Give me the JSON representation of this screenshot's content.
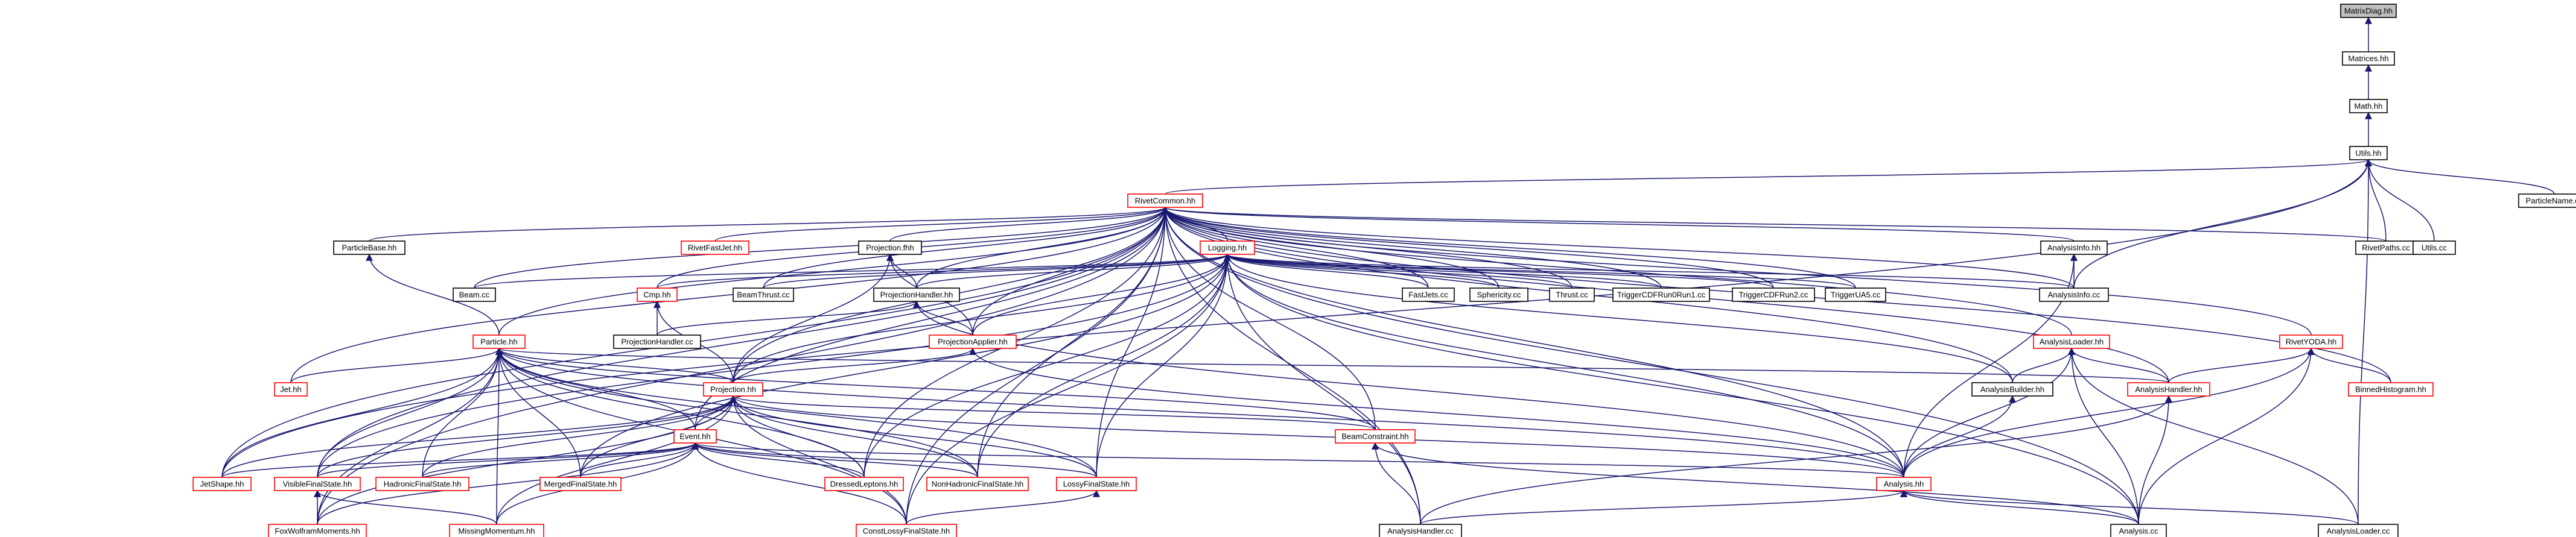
{
  "diagram": {
    "edge_color": "#191970",
    "link_color": "#ff0000",
    "root_fill": "#bfbfbf",
    "nodes": [
      {
        "id": "matrixdiag",
        "label": "MatrixDiag.hh",
        "style": "root"
      },
      {
        "id": "matrices",
        "label": "Matrices.hh",
        "style": "plain"
      },
      {
        "id": "math",
        "label": "Math.hh",
        "style": "plain"
      },
      {
        "id": "utils",
        "label": "Utils.hh",
        "style": "plain"
      },
      {
        "id": "rivetcommon",
        "label": "RivetCommon.hh",
        "style": "red"
      },
      {
        "id": "particlename",
        "label": "ParticleName.cc",
        "style": "plain"
      },
      {
        "id": "particlebase",
        "label": "ParticleBase.hh",
        "style": "plain"
      },
      {
        "id": "rivetfastjet",
        "label": "RivetFastJet.hh",
        "style": "red"
      },
      {
        "id": "projectionfhh",
        "label": "Projection.fhh",
        "style": "plain"
      },
      {
        "id": "logging",
        "label": "Logging.hh",
        "style": "red"
      },
      {
        "id": "analysisinfo",
        "label": "AnalysisInfo.hh",
        "style": "plain"
      },
      {
        "id": "rivetpaths",
        "label": "RivetPaths.cc",
        "style": "plain"
      },
      {
        "id": "utilscc",
        "label": "Utils.cc",
        "style": "plain"
      },
      {
        "id": "beamcc",
        "label": "Beam.cc",
        "style": "plain"
      },
      {
        "id": "beamthrust",
        "label": "BeamThrust.cc",
        "style": "plain"
      },
      {
        "id": "cmp",
        "label": "Cmp.hh",
        "style": "red"
      },
      {
        "id": "projectionhandlerhh",
        "label": "ProjectionHandler.hh",
        "style": "plain"
      },
      {
        "id": "fastjets",
        "label": "FastJets.cc",
        "style": "plain"
      },
      {
        "id": "sphericity",
        "label": "Sphericity.cc",
        "style": "plain"
      },
      {
        "id": "thrust",
        "label": "Thrust.cc",
        "style": "plain"
      },
      {
        "id": "cdfrun1",
        "label": "TriggerCDFRun0Run1.cc",
        "style": "plain"
      },
      {
        "id": "cdfrun2",
        "label": "TriggerCDFRun2.cc",
        "style": "plain"
      },
      {
        "id": "triggerua5",
        "label": "TriggerUA5.cc",
        "style": "plain"
      },
      {
        "id": "analysisinfocc",
        "label": "AnalysisInfo.cc",
        "style": "plain"
      },
      {
        "id": "projectionhandlercc",
        "label": "ProjectionHandler.cc",
        "style": "plain"
      },
      {
        "id": "projectionapplier",
        "label": "ProjectionApplier.hh",
        "style": "red"
      },
      {
        "id": "analysisloaderhh",
        "label": "AnalysisLoader.hh",
        "style": "red"
      },
      {
        "id": "rivetyoda",
        "label": "RivetYODA.hh",
        "style": "red"
      },
      {
        "id": "particle",
        "label": "Particle.hh",
        "style": "red"
      },
      {
        "id": "jet",
        "label": "Jet.hh",
        "style": "red"
      },
      {
        "id": "projectionhh",
        "label": "Projection.hh",
        "style": "red"
      },
      {
        "id": "analysisbuilder",
        "label": "AnalysisBuilder.hh",
        "style": "plain"
      },
      {
        "id": "analysishandlerhh",
        "label": "AnalysisHandler.hh",
        "style": "red"
      },
      {
        "id": "binnedhistogram",
        "label": "BinnedHistogram.hh",
        "style": "red"
      },
      {
        "id": "event",
        "label": "Event.hh",
        "style": "red"
      },
      {
        "id": "beamconstraint",
        "label": "BeamConstraint.hh",
        "style": "red"
      },
      {
        "id": "jetshape",
        "label": "JetShape.hh",
        "style": "red"
      },
      {
        "id": "visiblefs",
        "label": "VisibleFinalState.hh",
        "style": "red"
      },
      {
        "id": "hadronicfs",
        "label": "HadronicFinalState.hh",
        "style": "red"
      },
      {
        "id": "mergedfs",
        "label": "MergedFinalState.hh",
        "style": "red"
      },
      {
        "id": "dressedleptons",
        "label": "DressedLeptons.hh",
        "style": "red"
      },
      {
        "id": "nonhadronicfs",
        "label": "NonHadronicFinalState.hh",
        "style": "red"
      },
      {
        "id": "lossyfs",
        "label": "LossyFinalState.hh",
        "style": "red"
      },
      {
        "id": "analysishh",
        "label": "Analysis.hh",
        "style": "red"
      },
      {
        "id": "foxwolfram",
        "label": "FoxWolframMoments.hh",
        "style": "red"
      },
      {
        "id": "missingmomentum",
        "label": "MissingMomentum.hh",
        "style": "red"
      },
      {
        "id": "constlossyfs",
        "label": "ConstLossyFinalState.hh",
        "style": "red"
      },
      {
        "id": "analysishandlercc",
        "label": "AnalysisHandler.cc",
        "style": "plain"
      },
      {
        "id": "analysiscc",
        "label": "Analysis.cc",
        "style": "plain"
      },
      {
        "id": "analysisloadercc",
        "label": "AnalysisLoader.cc",
        "style": "plain"
      }
    ],
    "edges": [
      [
        "matrixdiag",
        "matrices"
      ],
      [
        "matrices",
        "math"
      ],
      [
        "math",
        "utils"
      ],
      [
        "utils",
        "rivetcommon"
      ],
      [
        "utils",
        "particlename"
      ],
      [
        "utils",
        "rivetpaths"
      ],
      [
        "utils",
        "utilscc"
      ],
      [
        "utils",
        "analysisinfocc"
      ],
      [
        "utils",
        "analysisloadercc"
      ],
      [
        "utils",
        "jetshape"
      ],
      [
        "rivetcommon",
        "particlebase"
      ],
      [
        "rivetcommon",
        "rivetfastjet"
      ],
      [
        "rivetcommon",
        "projectionfhh"
      ],
      [
        "rivetcommon",
        "logging"
      ],
      [
        "rivetcommon",
        "analysisinfo"
      ],
      [
        "rivetcommon",
        "rivetpaths"
      ],
      [
        "rivetcommon",
        "beamcc"
      ],
      [
        "rivetcommon",
        "beamthrust"
      ],
      [
        "rivetcommon",
        "cmp"
      ],
      [
        "rivetcommon",
        "projectionhandlerhh"
      ],
      [
        "rivetcommon",
        "fastjets"
      ],
      [
        "rivetcommon",
        "sphericity"
      ],
      [
        "rivetcommon",
        "thrust"
      ],
      [
        "rivetcommon",
        "cdfrun1"
      ],
      [
        "rivetcommon",
        "cdfrun2"
      ],
      [
        "rivetcommon",
        "triggerua5"
      ],
      [
        "rivetcommon",
        "analysisinfocc"
      ],
      [
        "rivetcommon",
        "projectionapplier"
      ],
      [
        "rivetcommon",
        "analysisloaderhh"
      ],
      [
        "rivetcommon",
        "rivetyoda"
      ],
      [
        "rivetcommon",
        "particle"
      ],
      [
        "rivetcommon",
        "jet"
      ],
      [
        "rivetcommon",
        "projectionhh"
      ],
      [
        "rivetcommon",
        "binnedhistogram"
      ],
      [
        "rivetcommon",
        "event"
      ],
      [
        "rivetcommon",
        "beamconstraint"
      ],
      [
        "rivetcommon",
        "jetshape"
      ],
      [
        "rivetcommon",
        "visiblefs"
      ],
      [
        "rivetcommon",
        "dressedleptons"
      ],
      [
        "rivetcommon",
        "nonhadronicfs"
      ],
      [
        "rivetcommon",
        "lossyfs"
      ],
      [
        "rivetcommon",
        "analysishh"
      ],
      [
        "rivetcommon",
        "foxwolfram"
      ],
      [
        "rivetcommon",
        "constlossyfs"
      ],
      [
        "rivetcommon",
        "analysishandlercc"
      ],
      [
        "rivetcommon",
        "analysiscc"
      ],
      [
        "rivetcommon",
        "analysisbuilder"
      ],
      [
        "rivetcommon",
        "analysishandlerhh"
      ],
      [
        "particlebase",
        "particle"
      ],
      [
        "projectionfhh",
        "projectionhandlerhh"
      ],
      [
        "projectionfhh",
        "projectionapplier"
      ],
      [
        "projectionfhh",
        "projectionhh"
      ],
      [
        "logging",
        "beamcc"
      ],
      [
        "logging",
        "beamthrust"
      ],
      [
        "logging",
        "cmp"
      ],
      [
        "logging",
        "projectionhandlerhh"
      ],
      [
        "logging",
        "fastjets"
      ],
      [
        "logging",
        "sphericity"
      ],
      [
        "logging",
        "thrust"
      ],
      [
        "logging",
        "cdfrun1"
      ],
      [
        "logging",
        "cdfrun2"
      ],
      [
        "logging",
        "triggerua5"
      ],
      [
        "logging",
        "analysisinfocc"
      ],
      [
        "logging",
        "projectionapplier"
      ],
      [
        "logging",
        "projectionhh"
      ],
      [
        "logging",
        "analysishh"
      ],
      [
        "logging",
        "analysiscc"
      ],
      [
        "logging",
        "analysishandlercc"
      ],
      [
        "logging",
        "lossyfs"
      ],
      [
        "logging",
        "dressedleptons"
      ],
      [
        "logging",
        "nonhadronicfs"
      ],
      [
        "logging",
        "constlossyfs"
      ],
      [
        "logging",
        "mergedfs"
      ],
      [
        "logging",
        "visiblefs"
      ],
      [
        "logging",
        "analysisbuilder"
      ],
      [
        "analysisinfo",
        "analysisinfocc"
      ],
      [
        "analysisinfo",
        "analysishh"
      ],
      [
        "cmp",
        "projectionhh"
      ],
      [
        "cmp",
        "projectionhandlercc"
      ],
      [
        "projectionhandlerhh",
        "projectionhandlercc"
      ],
      [
        "projectionhandlerhh",
        "projectionapplier"
      ],
      [
        "projectionhandlerhh",
        "analysishh"
      ],
      [
        "projectionapplier",
        "projectionhh"
      ],
      [
        "projectionapplier",
        "analysishh"
      ],
      [
        "analysisloaderhh",
        "analysisbuilder"
      ],
      [
        "analysisloaderhh",
        "analysishh"
      ],
      [
        "analysisloaderhh",
        "analysiscc"
      ],
      [
        "analysisloaderhh",
        "analysisloadercc"
      ],
      [
        "analysisloaderhh",
        "analysishandlerhh"
      ],
      [
        "rivetyoda",
        "analysishandlerhh"
      ],
      [
        "rivetyoda",
        "binnedhistogram"
      ],
      [
        "rivetyoda",
        "analysishh"
      ],
      [
        "rivetyoda",
        "analysiscc"
      ],
      [
        "particle",
        "jet"
      ],
      [
        "particle",
        "projectionhh"
      ],
      [
        "particle",
        "event"
      ],
      [
        "particle",
        "jetshape"
      ],
      [
        "particle",
        "visiblefs"
      ],
      [
        "particle",
        "hadronicfs"
      ],
      [
        "particle",
        "mergedfs"
      ],
      [
        "particle",
        "dressedleptons"
      ],
      [
        "particle",
        "nonhadronicfs"
      ],
      [
        "particle",
        "lossyfs"
      ],
      [
        "particle",
        "foxwolfram"
      ],
      [
        "particle",
        "missingmomentum"
      ],
      [
        "particle",
        "constlossyfs"
      ],
      [
        "particle",
        "beamconstraint"
      ],
      [
        "particle",
        "analysishh"
      ],
      [
        "particle",
        "analysishandlerhh"
      ],
      [
        "projectionhh",
        "event"
      ],
      [
        "projectionhh",
        "beamconstraint"
      ],
      [
        "projectionhh",
        "jetshape"
      ],
      [
        "projectionhh",
        "visiblefs"
      ],
      [
        "projectionhh",
        "hadronicfs"
      ],
      [
        "projectionhh",
        "mergedfs"
      ],
      [
        "projectionhh",
        "dressedleptons"
      ],
      [
        "projectionhh",
        "nonhadronicfs"
      ],
      [
        "projectionhh",
        "lossyfs"
      ],
      [
        "projectionhh",
        "analysishh"
      ],
      [
        "projectionhh",
        "foxwolfram"
      ],
      [
        "projectionhh",
        "missingmomentum"
      ],
      [
        "projectionhh",
        "constlossyfs"
      ],
      [
        "event",
        "jetshape"
      ],
      [
        "event",
        "visiblefs"
      ],
      [
        "event",
        "hadronicfs"
      ],
      [
        "event",
        "mergedfs"
      ],
      [
        "event",
        "dressedleptons"
      ],
      [
        "event",
        "nonhadronicfs"
      ],
      [
        "event",
        "lossyfs"
      ],
      [
        "event",
        "analysishh"
      ],
      [
        "event",
        "foxwolfram"
      ],
      [
        "event",
        "missingmomentum"
      ],
      [
        "event",
        "constlossyfs"
      ],
      [
        "beamconstraint",
        "analysishandlercc"
      ],
      [
        "beamconstraint",
        "analysiscc"
      ],
      [
        "analysisbuilder",
        "analysishh"
      ],
      [
        "analysishandlerhh",
        "analysishandlercc"
      ],
      [
        "analysishandlerhh",
        "analysiscc"
      ],
      [
        "visiblefs",
        "foxwolfram"
      ],
      [
        "visiblefs",
        "missingmomentum"
      ],
      [
        "lossyfs",
        "constlossyfs"
      ],
      [
        "analysishh",
        "analysishandlercc"
      ],
      [
        "analysishh",
        "analysiscc"
      ],
      [
        "analysishh",
        "analysisloadercc"
      ]
    ]
  }
}
